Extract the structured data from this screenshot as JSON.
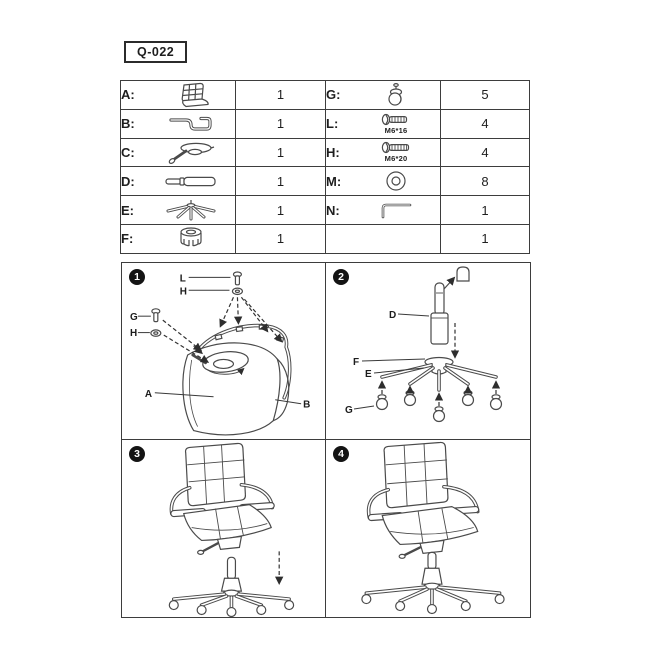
{
  "model": {
    "label": "Q-022"
  },
  "parts_table": {
    "rows": [
      {
        "l_label": "A:",
        "l_qty": "1",
        "r_label": "G:",
        "r_note": "",
        "r_qty": "5"
      },
      {
        "l_label": "B:",
        "l_qty": "1",
        "r_label": "L:",
        "r_note": "M6*16",
        "r_qty": "4"
      },
      {
        "l_label": "C:",
        "l_qty": "1",
        "r_label": "H:",
        "r_note": "M6*20",
        "r_qty": "4"
      },
      {
        "l_label": "D:",
        "l_qty": "1",
        "r_label": "M:",
        "r_note": "",
        "r_qty": "8"
      },
      {
        "l_label": "E:",
        "l_qty": "1",
        "r_label": "N:",
        "r_note": "",
        "r_qty": "1"
      },
      {
        "l_label": "F:",
        "l_qty": "1",
        "r_label": "",
        "r_note": "",
        "r_qty": "1"
      }
    ]
  },
  "steps": {
    "one": {
      "num": "1",
      "l": "L",
      "h_top": "H",
      "g": "G",
      "h_left": "H",
      "a": "A",
      "b": "B"
    },
    "two": {
      "num": "2",
      "d": "D",
      "f": "F",
      "e": "E",
      "g": "G"
    },
    "three": {
      "num": "3"
    },
    "four": {
      "num": "4"
    }
  },
  "colors": {
    "line": "#4a4a4a",
    "border": "#3d3d3d",
    "background": "#ffffff"
  }
}
